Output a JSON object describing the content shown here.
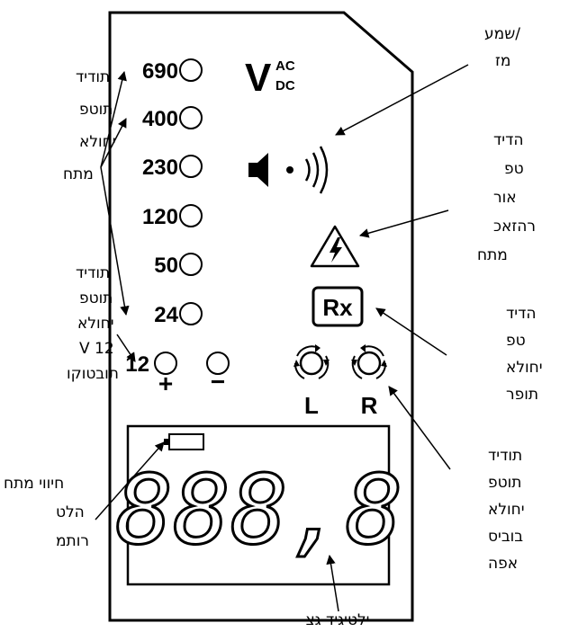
{
  "panel": {
    "voltage_levels": [
      "690",
      "400",
      "230",
      "120",
      "50",
      "24",
      "12"
    ],
    "polarity_plus": "+",
    "polarity_minus": "−",
    "voltage_type": {
      "main": "V",
      "ac": "AC",
      "dc": "DC"
    },
    "rx_label": "Rx",
    "rotation_left": "L",
    "rotation_right": "R",
    "display_value": "888,8"
  },
  "annotations": {
    "beeper": [
      "שמע/",
      "מז"
    ],
    "led_danger": [
      "הדיד",
      "טפ",
      "אור",
      "רהזאכ",
      "מתח"
    ],
    "led_rx": [
      "הדיד",
      "טפ",
      "יחולא",
      "תופר"
    ],
    "led_rotation": [
      "תודיד",
      "תוטפ",
      "יחולא",
      "בוביס",
      "אפה"
    ],
    "battery": [
      "חיווי מתח",
      "הלט",
      "רותמ"
    ],
    "lcd": "ילטיגיד גצ",
    "voltage_leds_top": [
      "תודיד",
      "תוטפ",
      "יחולא",
      "מתח"
    ],
    "voltage_leds_bottom": [
      "תודיד",
      "תוטפ",
      "יחולא",
      "V 12",
      "תובטוקו"
    ]
  }
}
